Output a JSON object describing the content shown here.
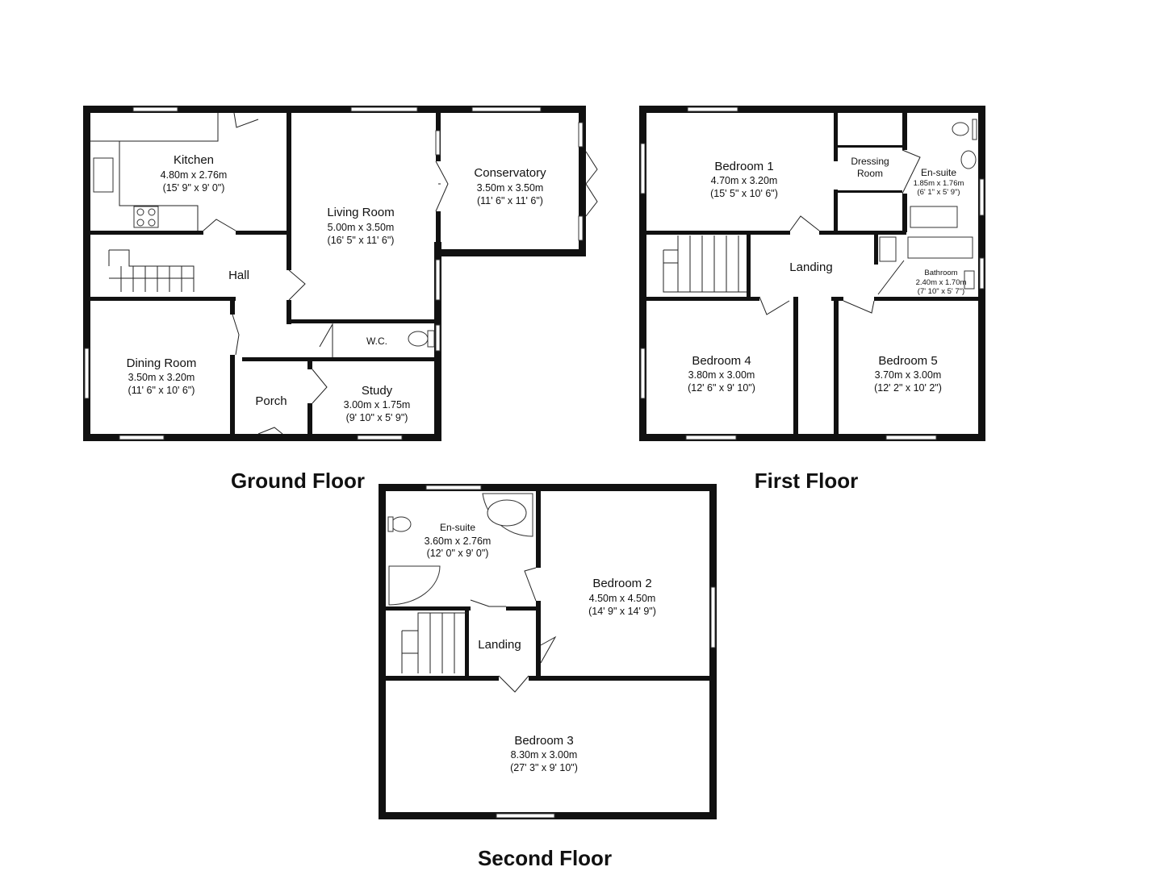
{
  "floors": {
    "ground": {
      "title": "Ground Floor",
      "rooms": {
        "kitchen": {
          "name": "Kitchen",
          "metric": "4.80m x 2.76m",
          "imperial": "(15' 9\" x 9' 0\")"
        },
        "living": {
          "name": "Living Room",
          "metric": "5.00m x 3.50m",
          "imperial": "(16' 5\" x 11' 6\")"
        },
        "conservatory": {
          "name": "Conservatory",
          "metric": "3.50m x 3.50m",
          "imperial": "(11' 6\" x 11' 6\")"
        },
        "hall": {
          "name": "Hall"
        },
        "dining": {
          "name": "Dining Room",
          "metric": "3.50m x 3.20m",
          "imperial": "(11' 6\" x 10' 6\")"
        },
        "wc": {
          "name": "W.C."
        },
        "porch": {
          "name": "Porch"
        },
        "study": {
          "name": "Study",
          "metric": "3.00m x 1.75m",
          "imperial": "(9' 10\" x 5' 9\")"
        }
      }
    },
    "first": {
      "title": "First Floor",
      "rooms": {
        "bedroom1": {
          "name": "Bedroom 1",
          "metric": "4.70m x 3.20m",
          "imperial": "(15' 5\" x 10' 6\")"
        },
        "dressing": {
          "name_line1": "Dressing",
          "name_line2": "Room"
        },
        "ensuite": {
          "name": "En-suite",
          "metric": "1.85m x 1.76m",
          "imperial": "(6' 1\" x 5' 9\")"
        },
        "landing": {
          "name": "Landing"
        },
        "bathroom": {
          "name": "Bathroom",
          "metric": "2.40m x 1.70m",
          "imperial": "(7' 10\" x 5' 7\")"
        },
        "bedroom4": {
          "name": "Bedroom 4",
          "metric": "3.80m x 3.00m",
          "imperial": "(12' 6\" x 9' 10\")"
        },
        "bedroom5": {
          "name": "Bedroom 5",
          "metric": "3.70m x 3.00m",
          "imperial": "(12' 2\" x 10' 2\")"
        }
      }
    },
    "second": {
      "title": "Second Floor",
      "rooms": {
        "ensuite": {
          "name": "En-suite",
          "metric": "3.60m x 2.76m",
          "imperial": "(12' 0\" x 9' 0\")"
        },
        "bedroom2": {
          "name": "Bedroom 2",
          "metric": "4.50m x 4.50m",
          "imperial": "(14' 9\" x 14' 9\")"
        },
        "landing": {
          "name": "Landing"
        },
        "bedroom3": {
          "name": "Bedroom 3",
          "metric": "8.30m x 3.00m",
          "imperial": "(27' 3\" x 9' 10\")"
        }
      }
    }
  }
}
